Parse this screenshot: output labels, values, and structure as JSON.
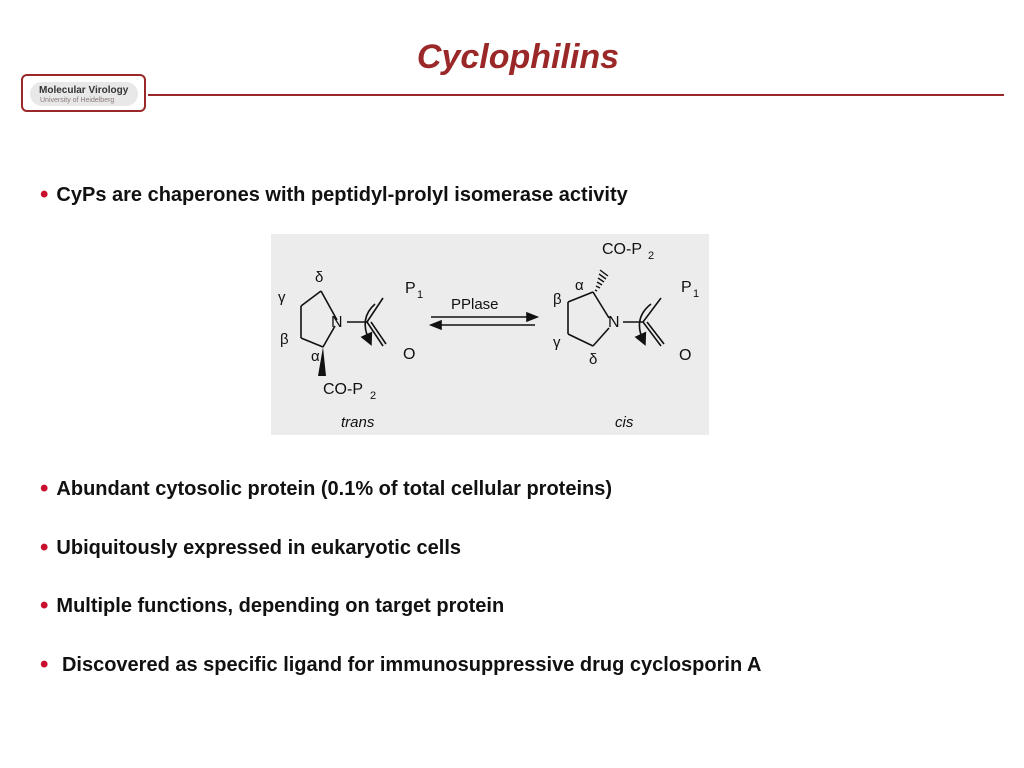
{
  "slide": {
    "title": "Cyclophilins",
    "logo": {
      "name": "Molecular Virology",
      "subtitle": "University of Heidelberg"
    },
    "bullet_marker": "•",
    "bullets": [
      "CyPs are chaperones with peptidyl-prolyl isomerase activity",
      "Abundant cytosolic protein (0.1% of total cellular proteins)",
      "Ubiquitously expressed in eukaryotic cells",
      "Multiple  functions, depending on target protein",
      " Discovered as specific ligand for immunosuppressive drug cyclosporin A"
    ],
    "colors": {
      "accent": "#9b2828",
      "bullet": "#c8102e",
      "figure_bg": "#ececec"
    }
  },
  "figure": {
    "enzyme_label": "PPlase",
    "left": {
      "caption": "trans",
      "delta": "δ",
      "gamma": "γ",
      "beta": "β",
      "alpha": "α",
      "nitrogen": "N",
      "p1": "P",
      "p1_sub": "1",
      "oxygen": "O",
      "co_p2": "CO-P",
      "co_p2_sub": "2"
    },
    "right": {
      "caption": "cis",
      "delta": "δ",
      "gamma": "γ",
      "beta": "β",
      "alpha": "α",
      "nitrogen": "N",
      "p1": "P",
      "p1_sub": "1",
      "oxygen": "O",
      "co_p2": "CO-P",
      "co_p2_sub": "2"
    }
  }
}
